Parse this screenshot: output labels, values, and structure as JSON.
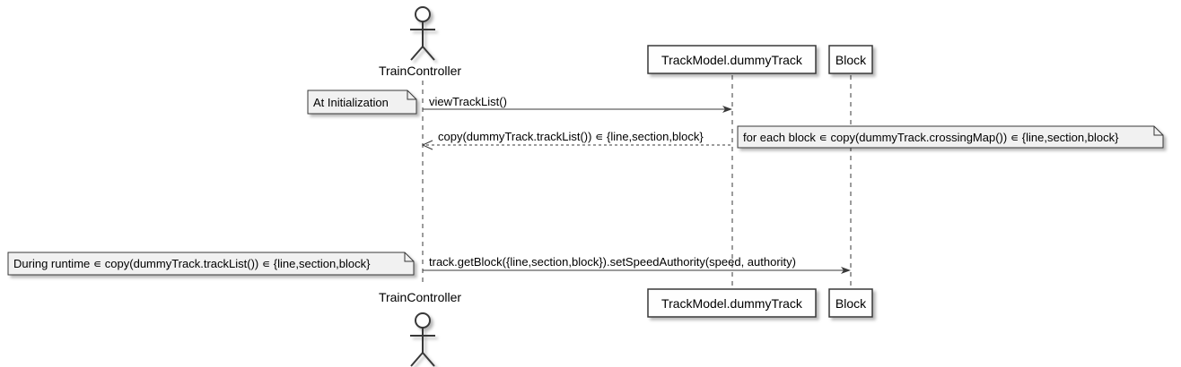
{
  "participants": {
    "actor": {
      "label": "TrainController"
    },
    "track": {
      "label": "TrackModel.dummyTrack"
    },
    "block": {
      "label": "Block"
    }
  },
  "messages": {
    "view": {
      "label": "viewTrackList()"
    },
    "copy_return": {
      "label": "copy(dummyTrack.trackList()) ∊ {line,section,block}"
    },
    "set_speed": {
      "label": "track.getBlock({line,section,block}).setSpeedAuthority(speed, authority)"
    }
  },
  "notes": {
    "init": {
      "text": "At Initialization"
    },
    "for_each": {
      "text": "for each block ∊ copy(dummyTrack.crossingMap()) ∊ {line,section,block}"
    },
    "runtime": {
      "text": "During runtime ∊ copy(dummyTrack.trackList()) ∊ {line,section,block}"
    }
  },
  "colors": {
    "line": "#383838",
    "box_fill": "#fefefe",
    "note_fill": "#f1f1f1",
    "shadow": "#c8c8c8"
  }
}
